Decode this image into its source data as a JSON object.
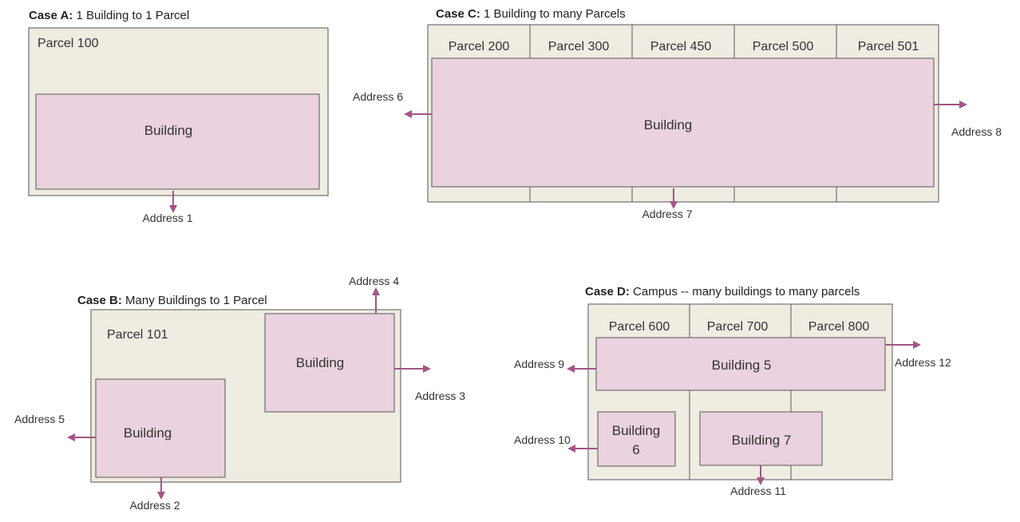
{
  "case_a": {
    "title_bold": "Case A:",
    "title_rest": " 1 Building to 1 Parcel",
    "parcel": "Parcel 100",
    "building": "Building",
    "address": "Address 1"
  },
  "case_b": {
    "title_bold": "Case B:",
    "title_rest": " Many Buildings to 1 Parcel",
    "parcel": "Parcel 101",
    "building_1": "Building",
    "building_2": "Building",
    "addresses": [
      "Address 2",
      "Address 3",
      "Address 4",
      "Address 5"
    ]
  },
  "case_c": {
    "title_bold": "Case C:",
    "title_rest": " 1 Building to many Parcels",
    "parcels": [
      "Parcel 200",
      "Parcel 300",
      "Parcel 450",
      "Parcel 500",
      "Parcel 501"
    ],
    "building": "Building",
    "addresses": [
      "Address 6",
      "Address 7",
      "Address 8"
    ]
  },
  "case_d": {
    "title_bold": "Case D:",
    "title_rest": " Campus -- many buildings to many parcels",
    "parcels": [
      "Parcel 600",
      "Parcel 700",
      "Parcel 800"
    ],
    "building_5": "Building 5",
    "building_6_line1": "Building",
    "building_6_line2": "6",
    "building_7": "Building 7",
    "addresses": [
      "Address 9",
      "Address 10",
      "Address 11",
      "Address 12"
    ]
  },
  "colors": {
    "parcel_fill": "#efece2",
    "building_fill": "#ead2de",
    "arrow": "#a35585"
  }
}
